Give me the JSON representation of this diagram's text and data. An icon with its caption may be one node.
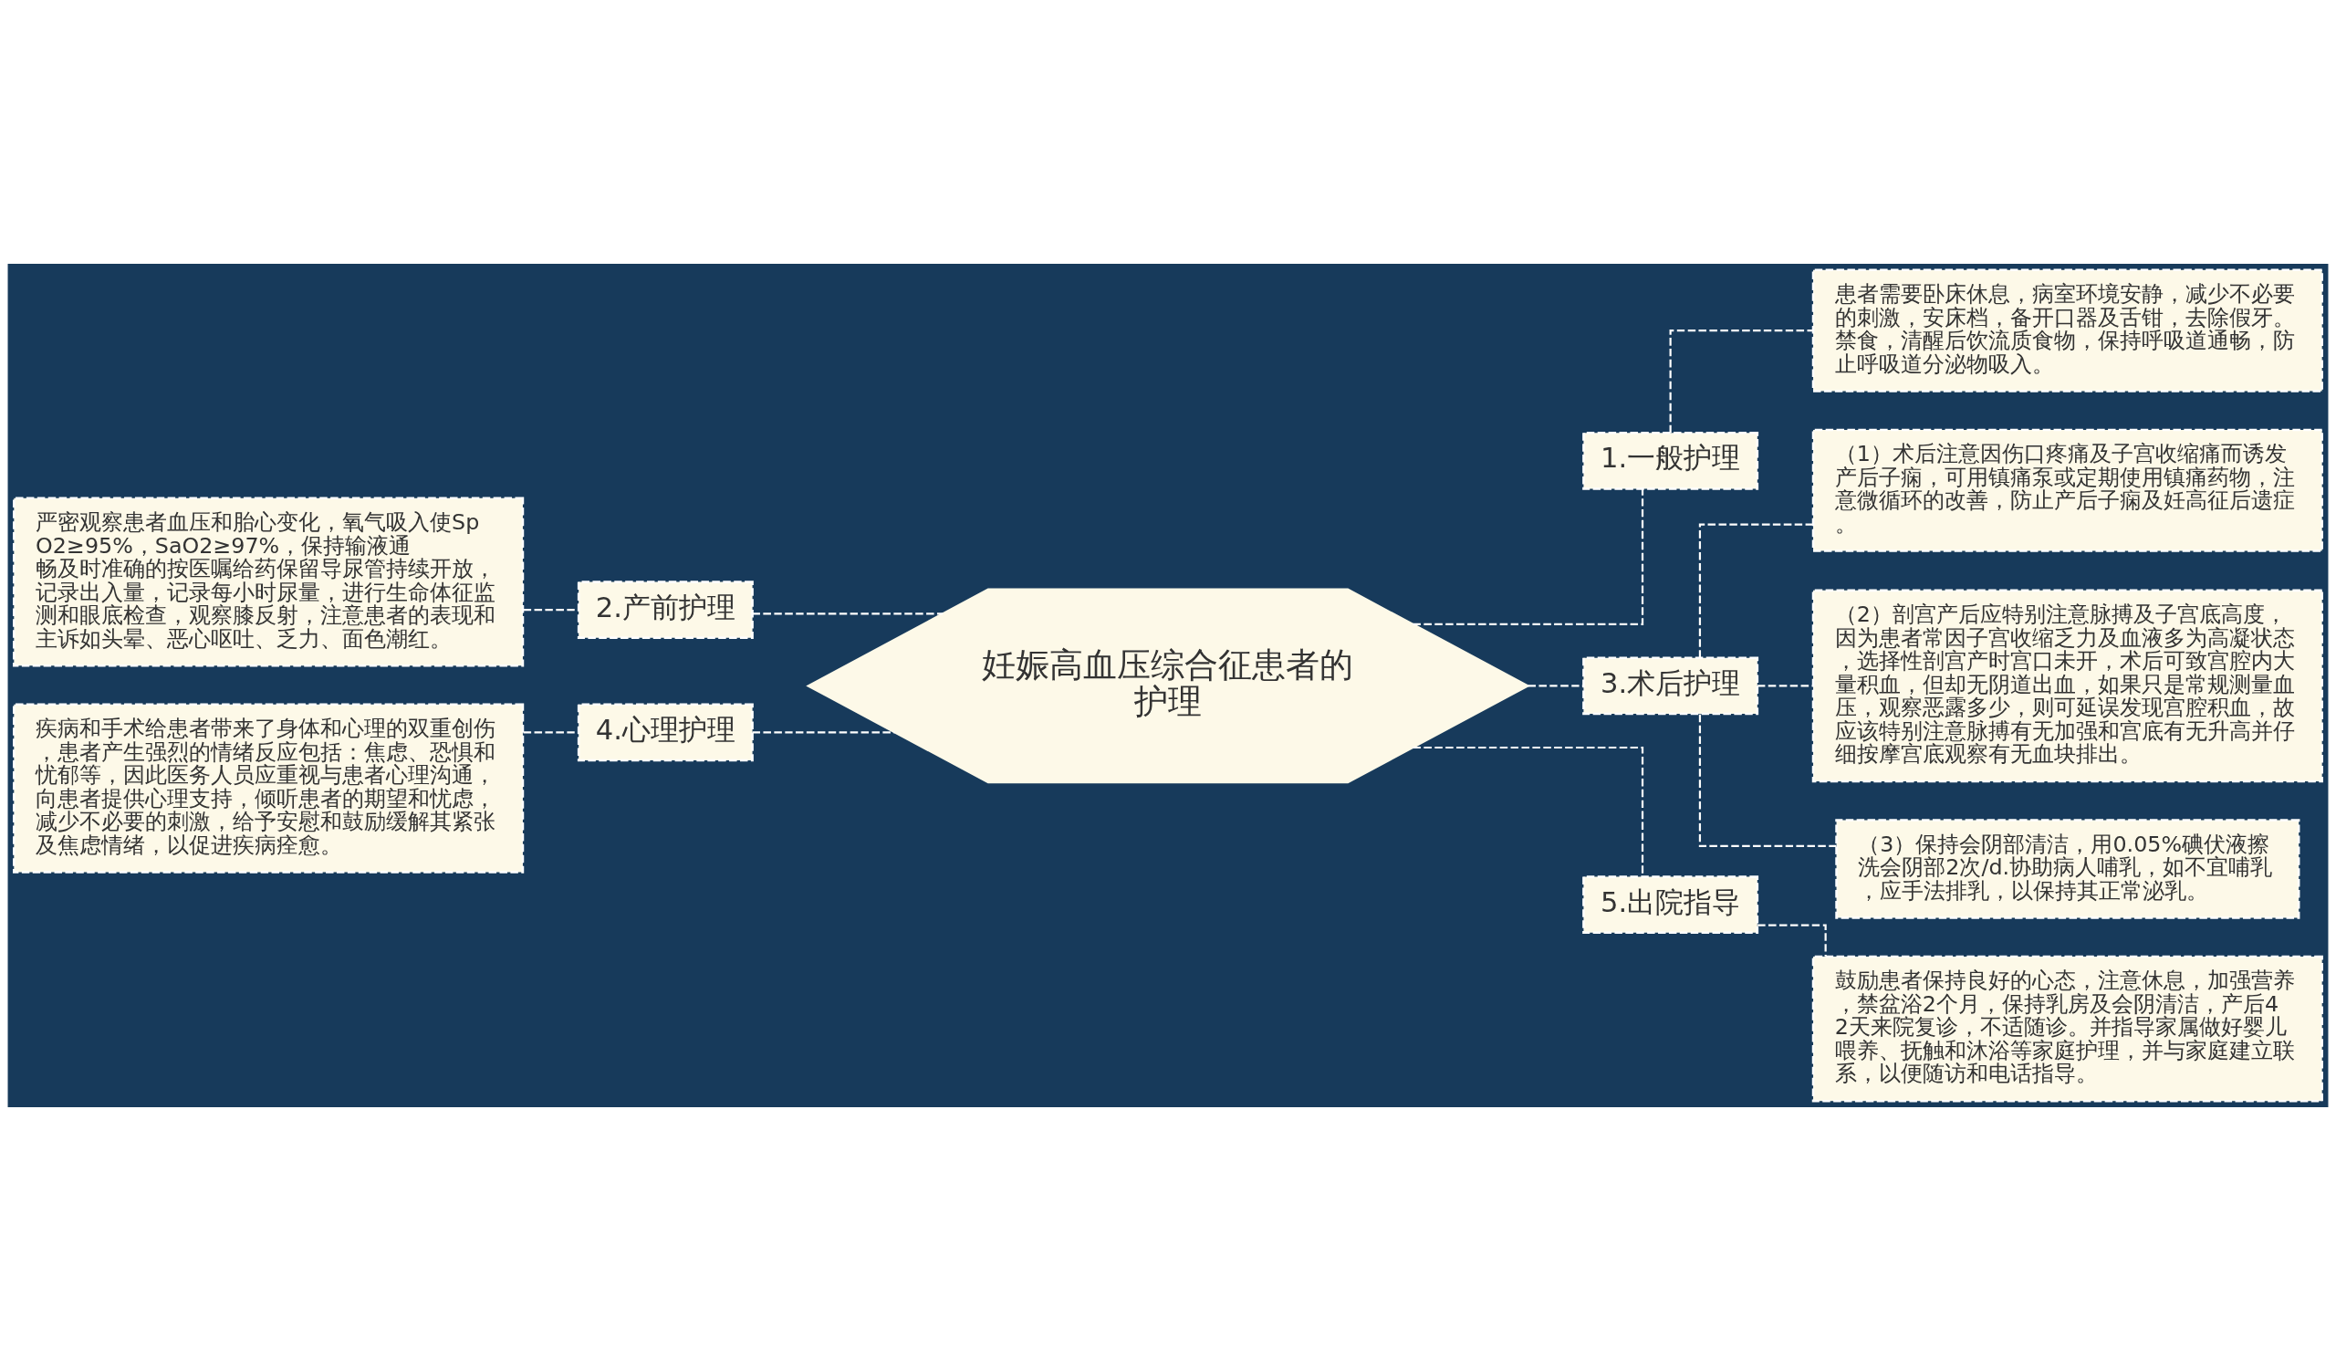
{
  "diagram": {
    "nodes": [
      {
        "text": [
          "妊娠高血压综合征患者的护理"
        ]
      },
      {
        "text": [
          "1.一般护理"
        ]
      },
      {
        "text": [
          "患者需要卧床休息，病室环境安静，减少不必要的刺激，安床档，备开口器及舌钳，去除假牙。禁食，清醒后饮流质食物，保持呼吸道通畅，防止呼吸道分泌物吸入。"
        ]
      },
      {
        "text": [
          "3.术后护理"
        ]
      },
      {
        "text": [
          "（1）术后注意因伤口疼痛及子宫收缩痛而诱发产后子痫，可用镇痛泵或定期使用镇痛药物，注意微循环的改善，防止产后子痫及妊高征后遗症。"
        ]
      },
      {
        "text": [
          "（2）剖宫产后应特别注意脉搏及子宫底高度，因为患者常因子宫收缩乏力及血液多为高凝状态，选择性剖宫产时宫口未开，术后可致宫腔内大量积血，但却无阴道出血，如果只是常规测量血压，观察恶露多少，则可延误发现宫腔积血，故应该特别注意脉搏有无加强和宫底有无升高并仔细按摩宫底观察有无血块排出。"
        ]
      },
      {
        "text": [
          "（3）保持会阴部清洁，用0.05%碘伏液擦洗会阴部2次/d.协助病人哺乳，如不宜哺乳，应手法排乳，以保持其正常泌乳。"
        ]
      },
      {
        "text": [
          "5.出院指导"
        ]
      },
      {
        "text": [
          "鼓励患者保持良好的心态，注意休息，加强营养，禁盆浴2个月，保持乳房及会阴清洁，产后42天来院复诊，不适随诊。并指导家属做好婴儿喂养、抚触和沐浴等家庭护理，并与家庭建立联系，以便随访和电话指导。"
        ]
      },
      {
        "text": [
          "2.产前护理"
        ]
      },
      {
        "text": [
          "严密观察患者血压和胎心变化，氧气吸入使SpO2≥95%，SaO2≥97%，保持输液通畅及时准确的按医嘱给药保留导尿管持续开放，记录出入量，记录每小时尿量，进行生命体征监测和眼底检查，观察膝反射，注意患者的表现和主诉如头晕、恶心呕吐、乏力、面色潮红。"
        ]
      },
      {
        "text": [
          "4.心理护理"
        ]
      },
      {
        "text": [
          "疾病和手术给患者带来了身体和心理的双重创伤，患者产生强烈的情绪反应包括：焦虑、恐惧和忧郁等，因此医务人员应重视与患者心理沟通，向患者提供心理支持，倾听患者的期望和忧虑，减少不必要的刺激，给予安慰和鼓励缓解其紧张及焦虑情绪，以促进疾病痊愈。"
        ]
      }
    ],
    "edges": [
      {
        "from": 0,
        "to": 1,
        "arrow": "none",
        "style": "dashed"
      },
      {
        "from": 1,
        "to": 2,
        "arrow": "none",
        "style": "dashed"
      },
      {
        "from": 0,
        "to": 3,
        "arrow": "none",
        "style": "dashed"
      },
      {
        "from": 3,
        "to": 4,
        "arrow": "none",
        "style": "dashed"
      },
      {
        "from": 3,
        "to": 5,
        "arrow": "none",
        "style": "dashed"
      },
      {
        "from": 3,
        "to": 6,
        "arrow": "none",
        "style": "dashed"
      },
      {
        "from": 0,
        "to": 7,
        "arrow": "none",
        "style": "dashed"
      },
      {
        "from": 7,
        "to": 8,
        "arrow": "none",
        "style": "dashed"
      },
      {
        "from": 0,
        "to": 9,
        "arrow": "none",
        "style": "dashed"
      },
      {
        "from": 9,
        "to": 10,
        "arrow": "none",
        "style": "dashed"
      },
      {
        "from": 0,
        "to": 11,
        "arrow": "none",
        "style": "dashed"
      },
      {
        "from": 11,
        "to": 12,
        "arrow": "none",
        "style": "dashed"
      }
    ]
  }
}
